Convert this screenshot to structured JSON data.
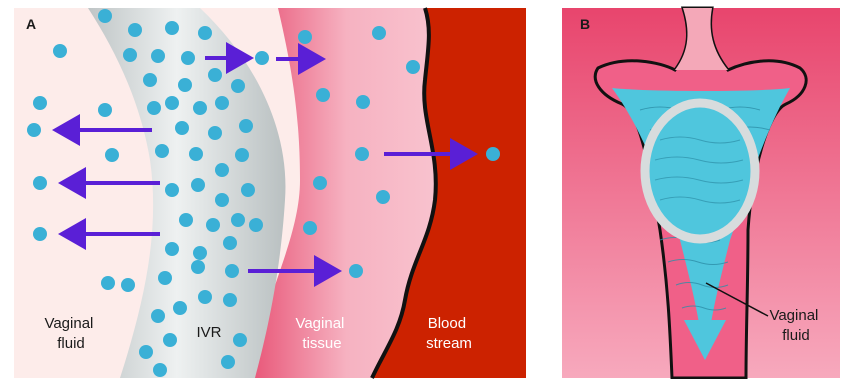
{
  "panel_a": {
    "letter": "A",
    "labels": {
      "vaginal_fluid": [
        "Vaginal",
        "fluid"
      ],
      "ivr": "IVR",
      "vaginal_tissue": [
        "Vaginal",
        "tissue"
      ],
      "blood_stream": [
        "Blood",
        "stream"
      ]
    }
  },
  "panel_b": {
    "letter": "B",
    "label": [
      "Vaginal",
      "fluid"
    ]
  },
  "colors": {
    "drug_dot": "#3ab0d6",
    "arrow": "#5a1fd6",
    "fluid_bg": "#fdecea",
    "ring": "#d7dcdd",
    "tissue": "#f7b8c4",
    "blood": "#cc2200",
    "b_background": "#ec5a7c",
    "b_fluid": "#4fc6dd"
  }
}
